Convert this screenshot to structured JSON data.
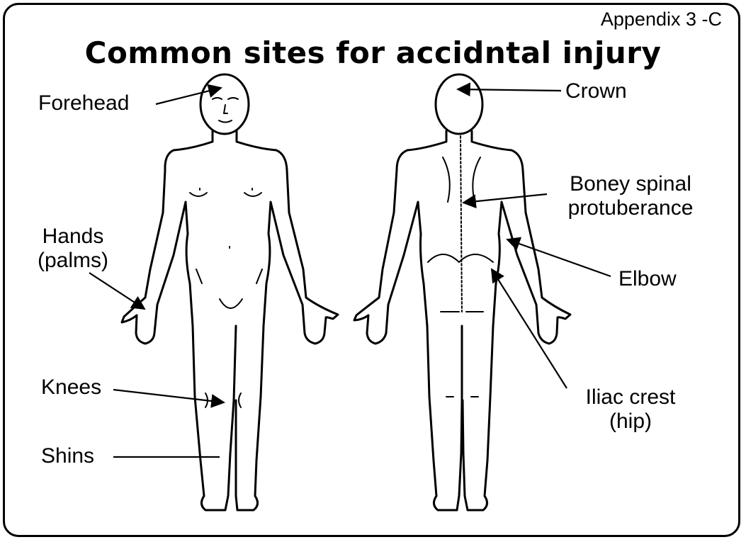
{
  "appendix": "Appendix 3 -C",
  "title": "Common sites for accidntal injury",
  "labels": {
    "forehead": "Forehead",
    "crown": "Crown",
    "spinal_line1": "Boney spinal",
    "spinal_line2": "protuberance",
    "hands_line1": "Hands",
    "hands_line2": "(palms)",
    "elbow": "Elbow",
    "knees": "Knees",
    "iliac_line1": "Iliac crest",
    "iliac_line2": "(hip)",
    "shins": "Shins"
  }
}
